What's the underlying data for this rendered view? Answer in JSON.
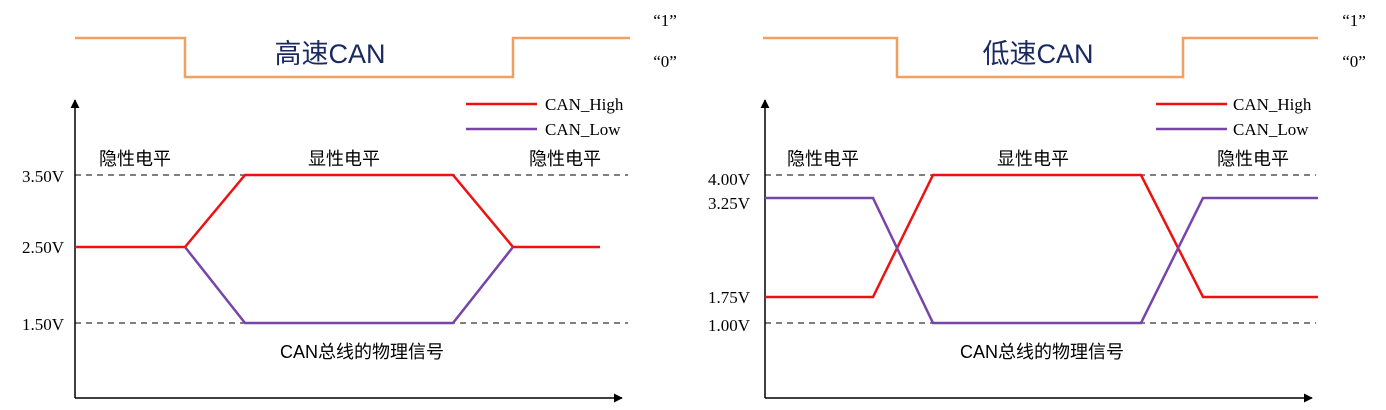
{
  "colors": {
    "logic": "#f0a060",
    "high": "#ee1111",
    "low": "#7744aa",
    "axis": "#000000",
    "title": "#1a2a60"
  },
  "logic_labels": {
    "one": "“1”",
    "zero": "“0”"
  },
  "legend": {
    "high": "CAN_High",
    "low": "CAN_Low"
  },
  "states": {
    "recessive": "隐性电平",
    "dominant": "显性电平"
  },
  "caption": "CAN总线的物理信号",
  "chart_data": [
    {
      "type": "line",
      "title": "高速CAN",
      "x_segments": [
        "隐性电平",
        "显性电平",
        "隐性电平"
      ],
      "y_ticks": [
        {
          "label": "3.50V",
          "value": 3.5
        },
        {
          "label": "2.50V",
          "value": 2.5
        },
        {
          "label": "1.50V",
          "value": 1.5
        }
      ],
      "series": [
        {
          "name": "CAN_High",
          "levels": [
            2.5,
            3.5,
            2.5
          ]
        },
        {
          "name": "CAN_Low",
          "levels": [
            2.5,
            1.5,
            2.5
          ]
        }
      ],
      "logic": [
        "1",
        "0",
        "1"
      ]
    },
    {
      "type": "line",
      "title": "低速CAN",
      "x_segments": [
        "隐性电平",
        "显性电平",
        "隐性电平"
      ],
      "y_ticks": [
        {
          "label": "4.00V",
          "value": 4.0
        },
        {
          "label": "3.25V",
          "value": 3.25
        },
        {
          "label": "1.75V",
          "value": 1.75
        },
        {
          "label": "1.00V",
          "value": 1.0
        }
      ],
      "series": [
        {
          "name": "CAN_High",
          "levels": [
            1.75,
            4.0,
            1.75
          ]
        },
        {
          "name": "CAN_Low",
          "levels": [
            3.25,
            1.0,
            3.25
          ]
        }
      ],
      "logic": [
        "1",
        "0",
        "1"
      ]
    }
  ]
}
